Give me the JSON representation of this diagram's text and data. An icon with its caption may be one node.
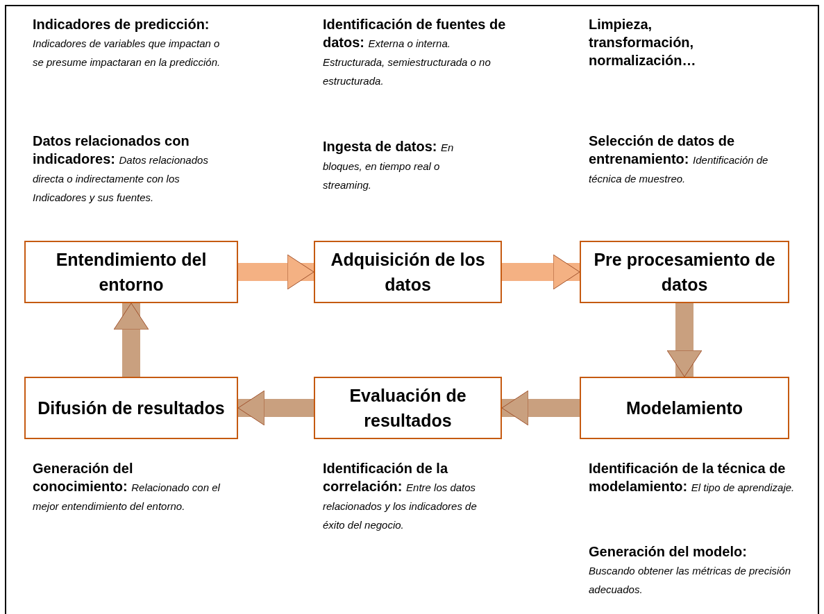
{
  "diagram": {
    "nodes": [
      {
        "text": [
          "Entendimiento del entorno"
        ]
      },
      {
        "text": [
          "Adquisición de los datos"
        ]
      },
      {
        "text": [
          "Pre procesamiento de datos"
        ]
      },
      {
        "text": [
          "Difusión de resultados"
        ]
      },
      {
        "text": [
          "Evaluación de resultados"
        ]
      },
      {
        "text": [
          "Modelamiento"
        ]
      }
    ],
    "edges": [
      {
        "from": 0,
        "to": 1,
        "arrow": "to",
        "color": "#f4b183"
      },
      {
        "from": 1,
        "to": 2,
        "arrow": "to",
        "color": "#f4b183"
      },
      {
        "from": 2,
        "to": 5,
        "arrow": "to"
      },
      {
        "from": 5,
        "to": 4,
        "arrow": "to"
      },
      {
        "from": 4,
        "to": 3,
        "arrow": "to"
      },
      {
        "from": 3,
        "to": 0,
        "arrow": "to"
      }
    ],
    "labels": [
      "Indicadores de predicción: *Indicadores de variables que impactan o se presume impactaran en la predicción.*",
      "Identificación de fuentes de datos: *Externa o interna. Estructurada, semiestructurada o no estructurada.*",
      "Limpieza, transformación, normalización…",
      "Datos relacionados con indicadores: *Datos relacionados directa o indirectamente con los Indicadores y sus fuentes.*",
      "Ingesta de datos: *En bloques, en tiempo real o streaming.*",
      "Selección de datos de entrenamiento: *Identificación de técnica de muestreo.*",
      "Generación del conocimiento: *Relacionado con el mejor entendimiento del entorno.*",
      "Identificación de la correlación: *Entre los datos relacionados y los indicadores de éxito del negocio.*",
      "Identificación de la técnica de modelamiento: *El tipo de aprendizaje.*",
      "Generación del modelo: *Buscando obtener las métricas de precisión adecuados.*"
    ]
  }
}
